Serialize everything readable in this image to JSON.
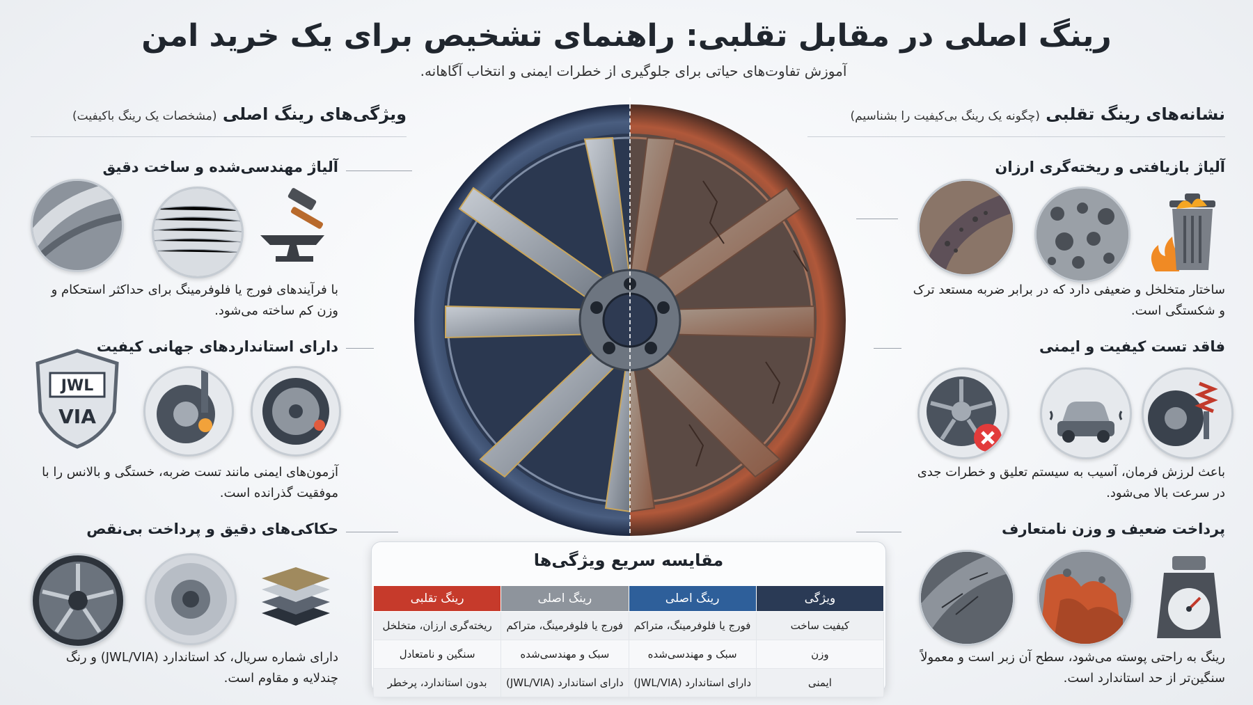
{
  "title": "رینگ اصلی در مقابل تقلبی: راهنمای تشخیص برای یک خرید امن",
  "subtitle": "آموزش تفاوت‌های حیاتی برای جلوگیری از خطرات ایمنی و انتخاب آگاهانه.",
  "colors": {
    "original": "#2e5f9a",
    "fake": "#c63a2b",
    "header": "#2a3a55",
    "neutral": "#8e949c"
  },
  "left_section": {
    "heading": "ویژگی‌های رینگ اصلی",
    "heading_sub": "(مشخصات یک رینگ باکیفیت)",
    "features": [
      {
        "title": "آلیاژ مهندسی‌شده و ساخت دقیق",
        "text": "با فرآیندهای فورج یا فلوفرمینگ برای حداکثر استحکام و وزن کم ساخته می‌شود.",
        "icons": [
          "metal-grain-closeup-icon",
          "hammer-anvil-icon"
        ]
      },
      {
        "title": "دارای استانداردهای جهانی کیفیت",
        "text": "آزمون‌های ایمنی مانند تست ضربه، خستگی و بالانس را با موفقیت گذرانده است.",
        "icons": [
          "jwl-via-shield-icon",
          "impact-test-icon",
          "fatigue-test-icon"
        ],
        "badge_text": [
          "JWL",
          "VIA"
        ]
      },
      {
        "title": "حکاکی‌های دقیق و پرداخت بی‌نقص",
        "text": "دارای شماره سریال، کد استاندارد (JWL/VIA) و رنگ چندلایه و مقاوم است.",
        "icons": [
          "finished-wheel-icon",
          "engraved-hub-icon",
          "paint-layers-icon"
        ]
      }
    ]
  },
  "right_section": {
    "heading": "نشانه‌های رینگ تقلبی",
    "heading_sub": "(چگونه یک رینگ بی‌کیفیت را بشناسیم)",
    "features": [
      {
        "title": "آلیاژ بازیافتی و ریخته‌گری ارزان",
        "text": "ساختار متخلخل و ضعیفی دارد که در برابر ضربه مستعد ترک و شکستگی است.",
        "icons": [
          "porous-metal-closeup-icon",
          "burning-trash-can-icon"
        ]
      },
      {
        "title": "فاقد تست کیفیت و ایمنی",
        "text": "باعث لرزش فرمان، آسیب به سیستم تعلیق و خطرات جدی در سرعت بالا می‌شود.",
        "icons": [
          "cracked-wheel-x-icon",
          "car-vibration-icon",
          "suspension-damage-icon"
        ]
      },
      {
        "title": "پرداخت ضعیف و وزن نامتعارف",
        "text": "رینگ به راحتی پوسته می‌شود، سطح آن زبر است و معمولاً سنگین‌تر از حد استاندارد است.",
        "icons": [
          "scratched-wheel-icon",
          "peeling-paint-icon",
          "weight-scale-icon"
        ]
      }
    ]
  },
  "comparison": {
    "title": "مقایسه سریع ویژگی‌ها",
    "headers": [
      "ویژگی",
      "رینگ اصلی",
      "رینگ اصلی",
      "رینگ تقلبی"
    ],
    "rows": [
      [
        "کیفیت ساخت",
        "فورج یا فلوفرمینگ، متراکم",
        "فورج یا فلوفرمینگ، متراکم",
        "ریخته‌گری ارزان، متخلخل"
      ],
      [
        "وزن",
        "سبک و مهندسی‌شده",
        "سبک و مهندسی‌شده",
        "سنگین و نامتعادل"
      ],
      [
        "ایمنی",
        "دارای استاندارد (JWL/VIA)",
        "دارای استاندارد (JWL/VIA)",
        "بدون استاندارد، پرخطر"
      ]
    ]
  }
}
